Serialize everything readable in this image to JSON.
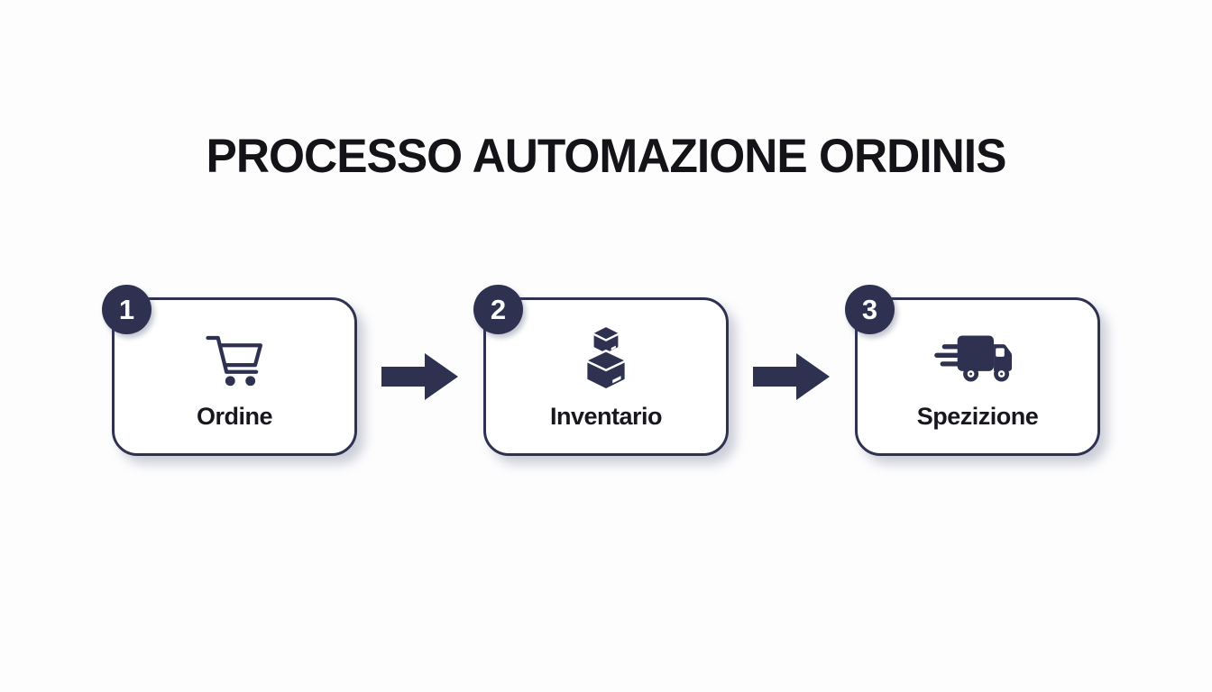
{
  "title": "PROCESSO AUTOMAZIONE ORDINIS",
  "colors": {
    "accent_navy": "#2e3250",
    "card_background": "#ffffff",
    "page_background": "#fdfdfe",
    "title_text": "#131318",
    "label_text": "#17171f",
    "badge_text": "#ffffff"
  },
  "steps": [
    {
      "number": "1",
      "label": "Ordine",
      "icon": "shopping-cart-icon"
    },
    {
      "number": "2",
      "label": "Inventario",
      "icon": "stacked-boxes-icon"
    },
    {
      "number": "3",
      "label": "Spezizione",
      "icon": "delivery-truck-icon"
    }
  ],
  "connector": {
    "icon": "right-arrow-icon"
  }
}
